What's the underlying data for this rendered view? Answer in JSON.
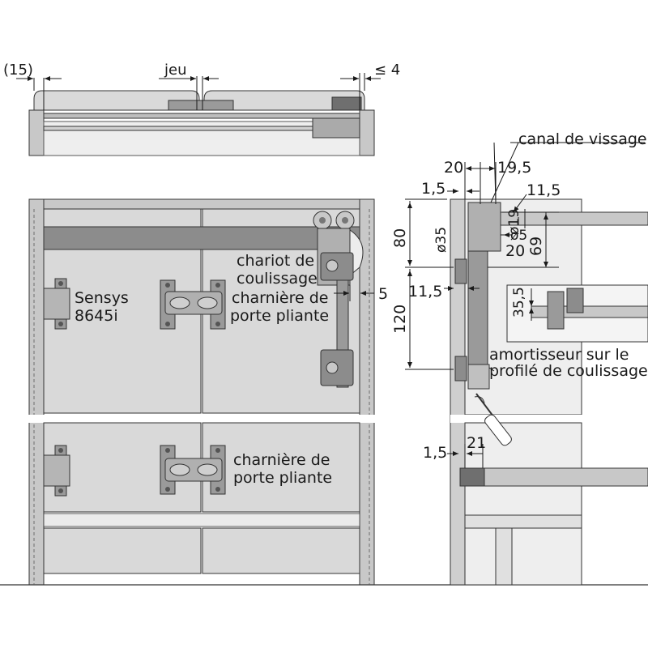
{
  "colors": {
    "panel": "#d9d9d9",
    "panel_dark": "#8c8c8c",
    "frame": "#c8c8c8",
    "stroke": "#333333",
    "metal": "#9a9a9a",
    "text": "#1a1a1a"
  },
  "top_view": {
    "dim_left": "(15)",
    "dim_center": "jeu",
    "dim_right": "≤ 4"
  },
  "front_view": {
    "carriage_label_1": "chariot de",
    "carriage_label_2": "coulissage",
    "offset_dim": "5",
    "hinge_label_1": "Sensys",
    "hinge_label_2": "8645i",
    "fold_hinge_top_1": "charnière de",
    "fold_hinge_top_2": "porte pliante",
    "fold_hinge_bottom_1": "charnière de",
    "fold_hinge_bottom_2": "porte pliante"
  },
  "side_view": {
    "canal_label": "canal de vissage",
    "dim_20_top": "20",
    "dim_19_5": "19,5",
    "dim_1_5_top": "1,5",
    "dim_11_5_right": "11,5",
    "dim_80": "80",
    "dim_phi35": "ø35",
    "dim_phi19": "ø19",
    "dim_phi5": "ø5",
    "dim_20_mid": "20",
    "dim_69": "69",
    "dim_11_5_left": "11,5",
    "dim_120": "120",
    "dim_35_5": "35,5",
    "damper_label_1": "amortisseur sur le",
    "damper_label_2": "profilé de coulissage",
    "dim_1_5_bottom": "1,5",
    "dim_21": "21"
  }
}
